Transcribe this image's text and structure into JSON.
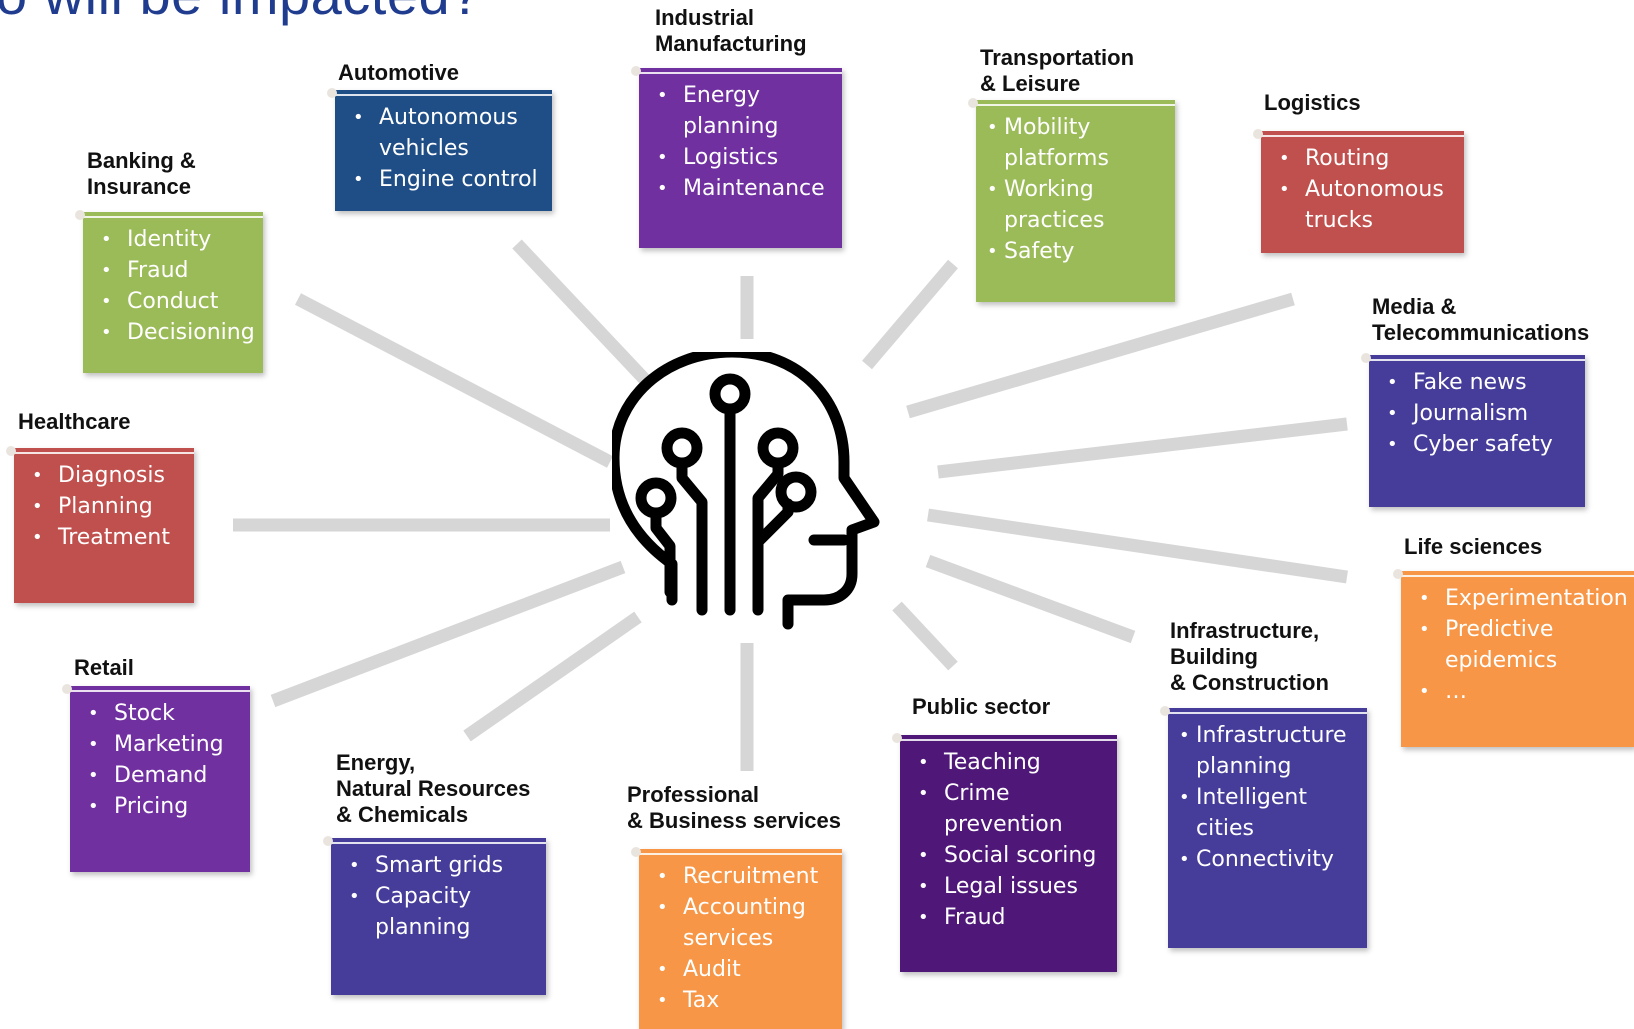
{
  "title": "o will be impacted?",
  "colors": {
    "ray": "#d6d6d6",
    "blue": "#1f4e87",
    "purple": "#7030a0",
    "indigo": "#463d9a",
    "green": "#9bbb59",
    "red": "#c0504d",
    "orange": "#f79646",
    "dark_purple": "#4f1778"
  },
  "center_icon": "ai-brain-circuit-head-icon",
  "sectors": [
    {
      "title": [
        "Automotive"
      ],
      "items": [
        "Autonomous vehicles",
        "Engine control"
      ]
    },
    {
      "title": [
        "Industrial",
        "Manufacturing"
      ],
      "items": [
        "Energy planning",
        "Logistics",
        "Maintenance"
      ]
    },
    {
      "title": [
        "Transportation",
        "& Leisure"
      ],
      "items": [
        "Mobility platforms",
        "Working practices",
        "Safety"
      ]
    },
    {
      "title": [
        "Logistics"
      ],
      "items": [
        "Routing",
        "Autonomous trucks"
      ]
    },
    {
      "title": [
        "Banking &",
        "Insurance"
      ],
      "items": [
        "Identity",
        "Fraud",
        "Conduct",
        "Decisioning"
      ]
    },
    {
      "title": [
        "Media &",
        "Telecommunications"
      ],
      "items": [
        "Fake news",
        "Journalism",
        "Cyber safety"
      ]
    },
    {
      "title": [
        "Healthcare"
      ],
      "items": [
        "Diagnosis",
        "Planning",
        "Treatment"
      ]
    },
    {
      "title": [
        "Life sciences"
      ],
      "items": [
        "Experimentation",
        "Predictive epidemics",
        "…"
      ]
    },
    {
      "title": [
        "Retail"
      ],
      "items": [
        "Stock",
        "Marketing",
        "Demand",
        "Pricing"
      ]
    },
    {
      "title": [
        "Infrastructure,",
        "Building",
        "& Construction"
      ],
      "items": [
        "Infrastructure planning",
        "Intelligent cities",
        "Connectivity"
      ]
    },
    {
      "title": [
        "Public sector"
      ],
      "items": [
        "Teaching",
        "Crime prevention",
        "Social scoring",
        "Legal issues",
        "Fraud"
      ]
    },
    {
      "title": [
        "Energy,",
        "Natural Resources",
        "& Chemicals"
      ],
      "items": [
        "Smart grids",
        "Capacity planning"
      ]
    },
    {
      "title": [
        "Professional",
        "& Business services"
      ],
      "items": [
        "Recruitment",
        "Accounting services",
        "Audit",
        "Tax"
      ]
    }
  ]
}
